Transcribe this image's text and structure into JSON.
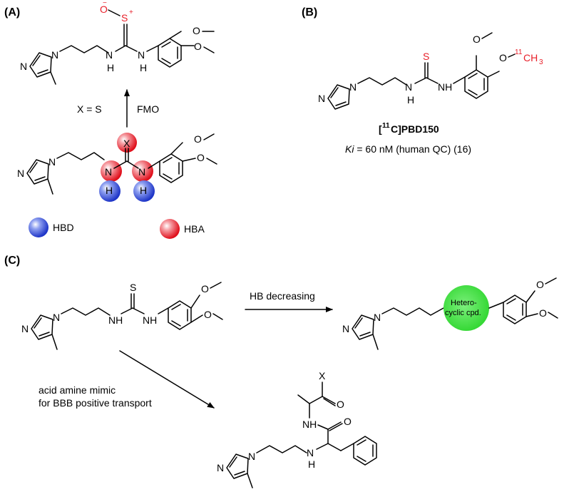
{
  "panels": {
    "a": "(A)",
    "b": "(B)",
    "c": "(C)"
  },
  "panel_a": {
    "condition_left": "X = S",
    "condition_right": "FMO",
    "legend_hbd": "HBD",
    "legend_hba": "HBA",
    "top_atoms": {
      "o_minus": "O",
      "s_plus": "S",
      "minus": "−",
      "plus": "+"
    },
    "x_atom": "X"
  },
  "panel_b": {
    "compound_mass": "11",
    "compound_name": "C]PBD150",
    "compound_bracket": "[",
    "ki_symbol": "Ki",
    "ki_text": " = 60 nM (human QC) (16)",
    "methyl_mass": "11",
    "methyl_group": "CH",
    "methyl_sub": "3",
    "thio_atom": "S"
  },
  "panel_c": {
    "arrow1_label": "HB decreasing",
    "arrow2_label_line1": "acid amine mimic",
    "arrow2_label_line2": "for BBB positive transport",
    "heterocycle_line1": "Hetero-",
    "heterocycle_line2": "cyclic cpd.",
    "x_atom": "X",
    "o_atom": "O"
  },
  "atoms": {
    "N": "N",
    "NH": "NH",
    "H": "H",
    "S": "S",
    "O": "O"
  },
  "colors": {
    "red_atom": "#e8202a",
    "hbd_blue": "#2b46d6",
    "hba_red": "#e8202a",
    "heterocycle_green": "#3de03d"
  }
}
